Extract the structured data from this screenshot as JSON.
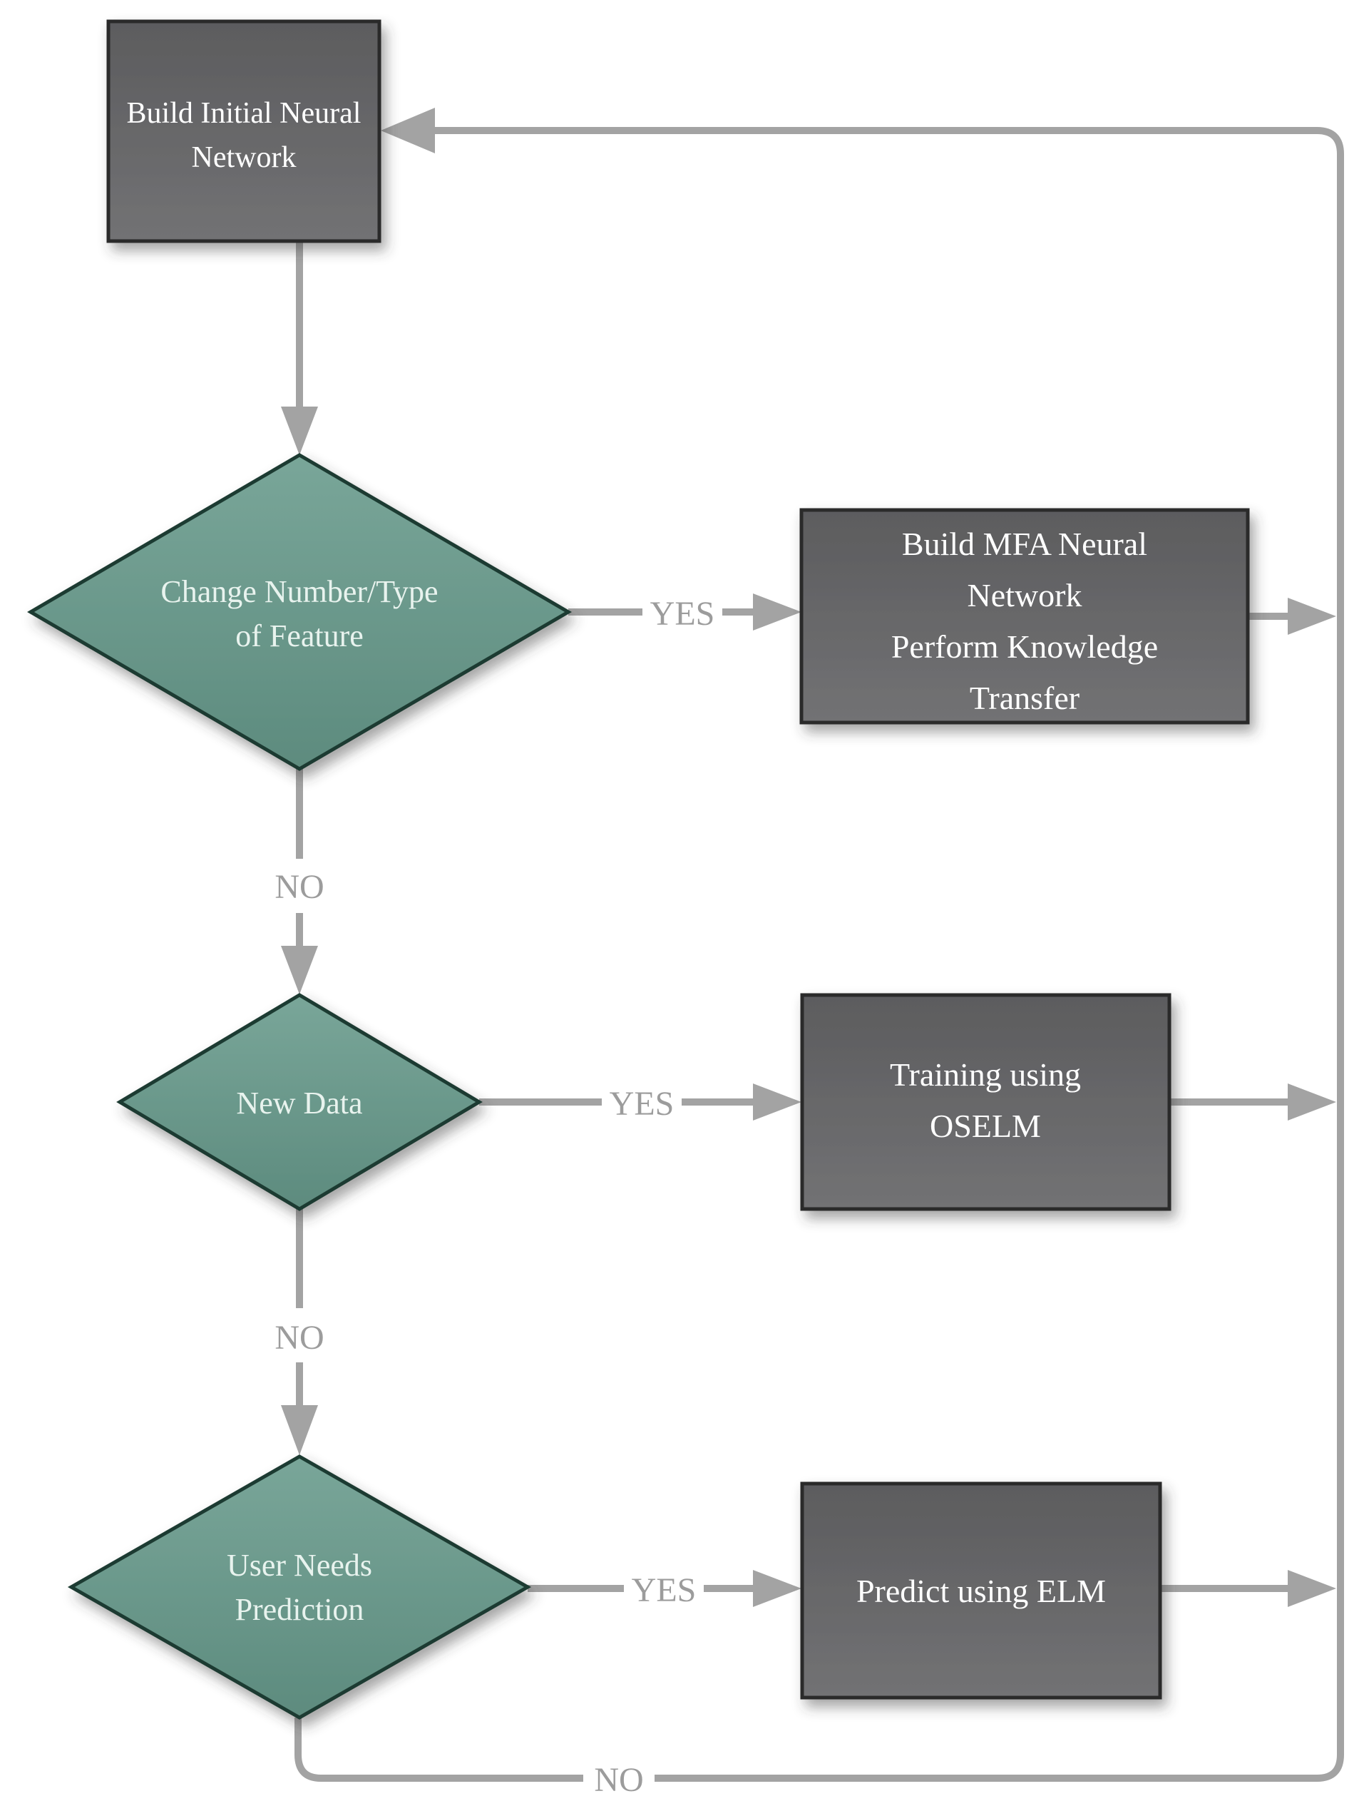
{
  "figure": {
    "kind": "flowchart",
    "description": "MFA / OSELM / ELM neural network decision flowchart",
    "background": "#ffffff"
  },
  "colors": {
    "process_fill_top": "#606062",
    "process_fill_bottom": "#717173",
    "process_border": "#2a2a2c",
    "decision_fill_top": "#79a699",
    "decision_fill_bottom": "#5d8b7e",
    "decision_border": "#1d3a30",
    "connector_gray": "#a3a3a3",
    "edge_label_gray": "#9c9c9c",
    "process_text": "#ffffff",
    "decision_text": "#e8f3ee"
  },
  "nodes": {
    "start": {
      "shape": "process",
      "lines": [
        "Build Initial Neural",
        "Network"
      ]
    },
    "change_feature": {
      "shape": "decision",
      "lines": [
        "Change Number/Type",
        "of Feature"
      ]
    },
    "build_mfa": {
      "shape": "process",
      "lines": [
        "Build MFA Neural",
        "Network",
        "Perform Knowledge",
        "Transfer"
      ]
    },
    "new_data": {
      "shape": "decision",
      "lines": [
        "New Data"
      ]
    },
    "train_oselm": {
      "shape": "process",
      "lines": [
        "Training using",
        "OSELM"
      ]
    },
    "user_needs_prediction": {
      "shape": "decision",
      "lines": [
        "User Needs",
        "Prediction"
      ]
    },
    "predict_elm": {
      "shape": "process",
      "lines": [
        "Predict using ELM"
      ]
    }
  },
  "edges": {
    "change_feature_yes": {
      "label": "YES"
    },
    "change_feature_no": {
      "label": "NO"
    },
    "new_data_yes": {
      "label": "YES"
    },
    "new_data_no": {
      "label": "NO"
    },
    "user_needs_yes": {
      "label": "YES"
    },
    "user_needs_no": {
      "label": "NO"
    }
  }
}
